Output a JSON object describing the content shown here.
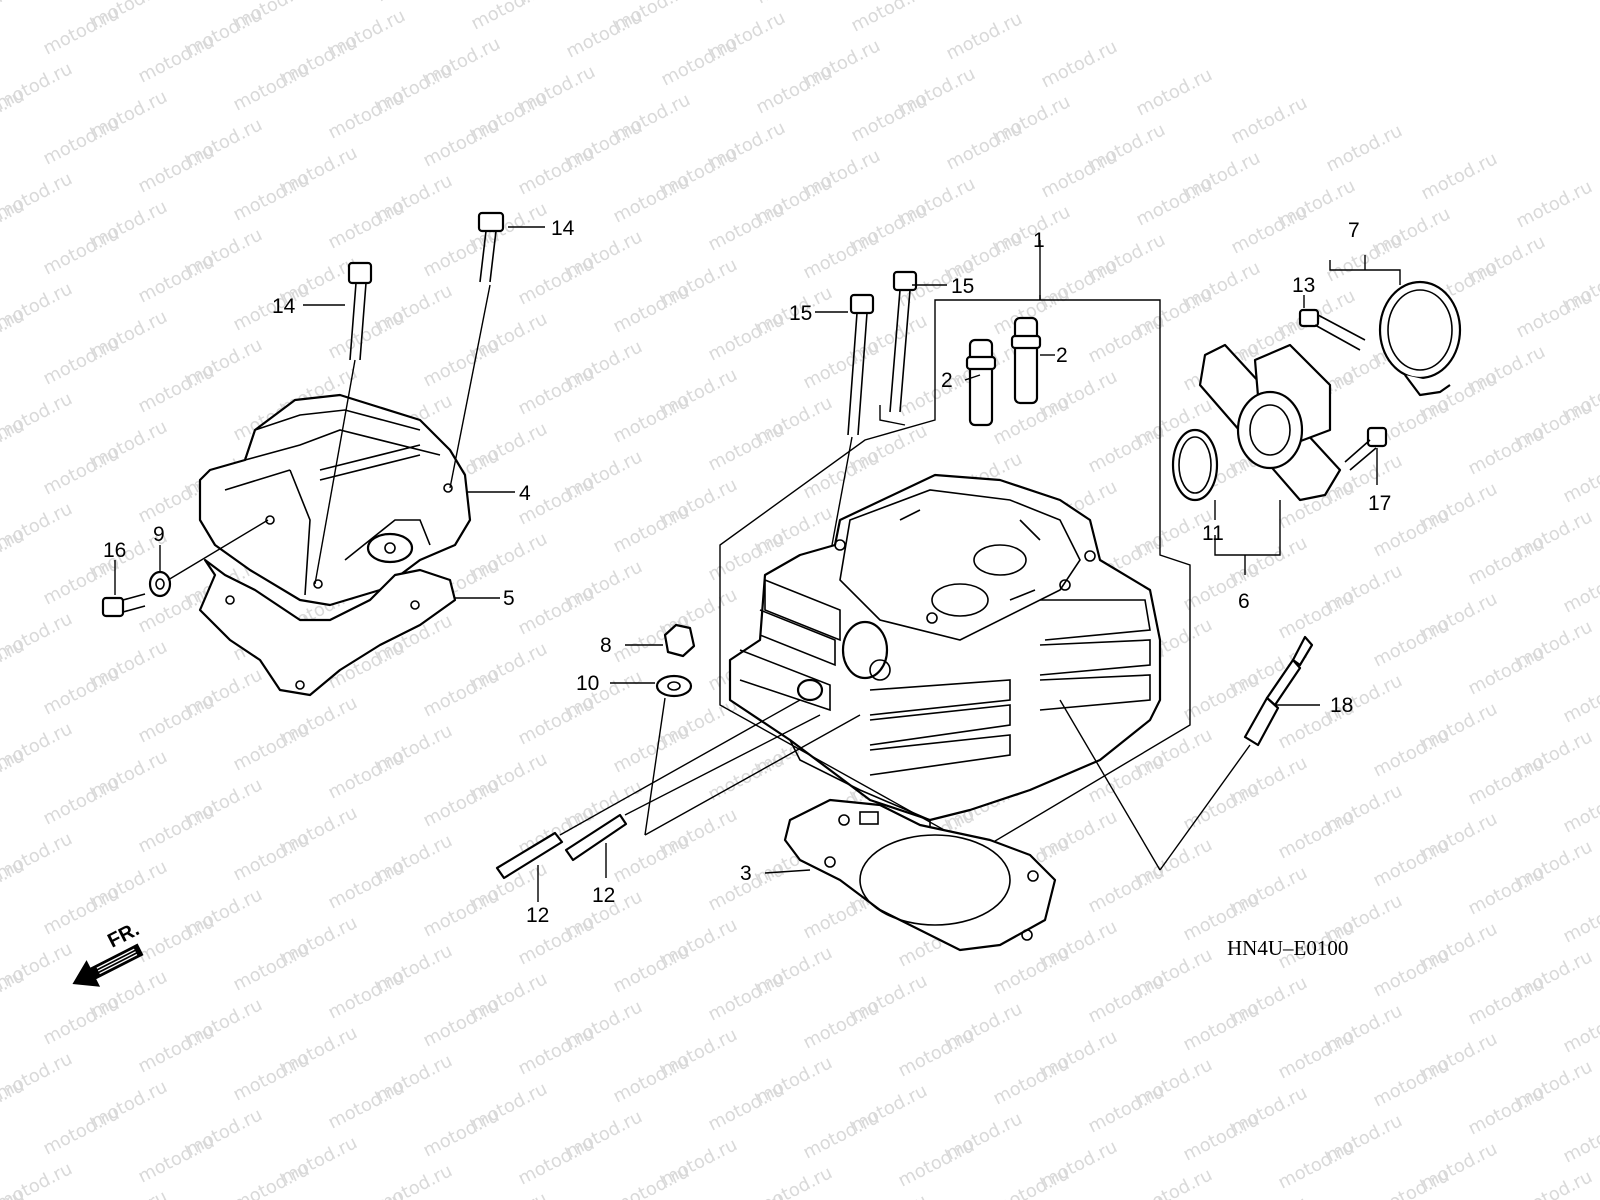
{
  "watermark": {
    "text": "motod.ru"
  },
  "callouts": [
    {
      "id": "c1",
      "label": "1"
    },
    {
      "id": "c2a",
      "label": "2"
    },
    {
      "id": "c2b",
      "label": "2"
    },
    {
      "id": "c3",
      "label": "3"
    },
    {
      "id": "c4",
      "label": "4"
    },
    {
      "id": "c5",
      "label": "5"
    },
    {
      "id": "c6",
      "label": "6"
    },
    {
      "id": "c7",
      "label": "7"
    },
    {
      "id": "c8",
      "label": "8"
    },
    {
      "id": "c9",
      "label": "9"
    },
    {
      "id": "c10",
      "label": "10"
    },
    {
      "id": "c11",
      "label": "11"
    },
    {
      "id": "c12a",
      "label": "12"
    },
    {
      "id": "c12b",
      "label": "12"
    },
    {
      "id": "c13",
      "label": "13"
    },
    {
      "id": "c14a",
      "label": "14"
    },
    {
      "id": "c14b",
      "label": "14"
    },
    {
      "id": "c15a",
      "label": "15"
    },
    {
      "id": "c15b",
      "label": "15"
    },
    {
      "id": "c16",
      "label": "16"
    },
    {
      "id": "c17",
      "label": "17"
    },
    {
      "id": "c18",
      "label": "18"
    }
  ],
  "diagram_code": "HN4U–E0100",
  "direction_label": "FR."
}
